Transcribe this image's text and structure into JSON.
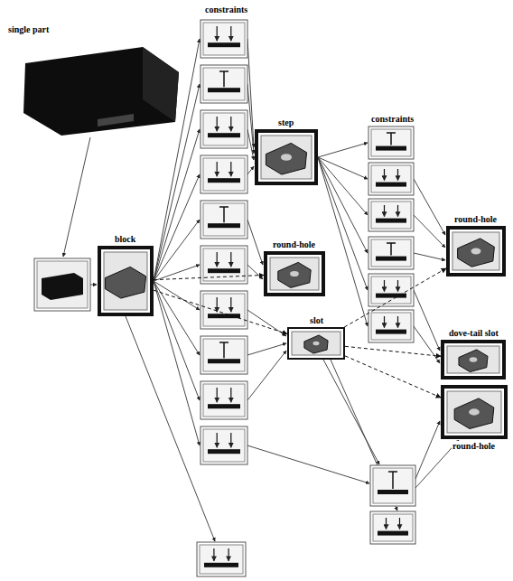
{
  "diagram": {
    "nodes": [
      {
        "text": [
          "single part"
        ]
      },
      {
        "text": [
          "block"
        ]
      },
      {
        "text": [
          "step"
        ]
      },
      {
        "text": [
          "round-hole"
        ]
      },
      {
        "text": [
          "slot"
        ]
      },
      {
        "text": [
          "round-hole"
        ]
      },
      {
        "text": [
          "dove-tail slot"
        ]
      },
      {
        "text": [
          "round-hole"
        ]
      }
    ],
    "edges": [
      {
        "from": 1,
        "to": 3,
        "arrow": "to"
      },
      {
        "from": 1,
        "to": 4,
        "arrow": "to"
      },
      {
        "from": 4,
        "to": 5,
        "arrow": "to"
      },
      {
        "from": 4,
        "to": 6,
        "arrow": "to"
      },
      {
        "from": 4,
        "to": 7,
        "arrow": "to"
      }
    ],
    "labels": [
      "constraints",
      "constraints"
    ]
  }
}
